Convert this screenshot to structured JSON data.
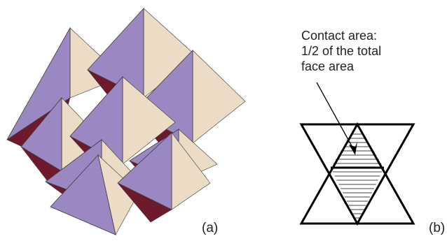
{
  "panel_a": {
    "label": "(a)",
    "colors": {
      "front_face": "#9b88c2",
      "side_face": "#ecdcc6",
      "shadow_face": "#6e1a2c",
      "edge": "#3a3a3a"
    }
  },
  "panel_b": {
    "label": "(b)",
    "caption": {
      "line1": "Contact area:",
      "line2": "1/2 of the total",
      "line3": "face area"
    },
    "colors": {
      "stroke": "#000000",
      "hatch": "#000000"
    }
  }
}
